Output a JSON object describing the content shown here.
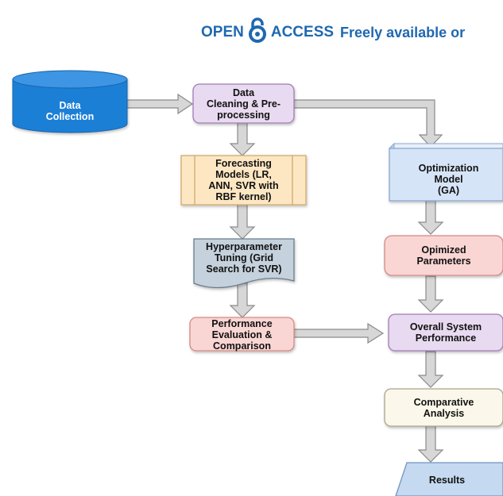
{
  "banner": {
    "open": "OPEN",
    "access": "ACCESS",
    "freely": "Freely available or",
    "color": "#1f68b0",
    "lock_icon": "open-access-lock-icon"
  },
  "nodes": {
    "data_collection": "Data\nCollection",
    "data_cleaning": "Data\nCleaning & Pre-\nprocessing",
    "forecasting_models": "Forecasting\nModels (LR,\nANN, SVR with\nRBF kernel)",
    "hyperparameter_tuning": "Hyperparameter\nTuning (Grid\nSearch for SVR)",
    "performance_evaluation": "Performance\nEvaluation &\nComparison",
    "optimization_model": "Optimization\nModel\n(GA)",
    "optimized_parameters": "Opimized\nParameters",
    "overall_system_performance": "Overall System\nPerformance",
    "comparative_analysis": "Comparative\nAnalysis",
    "results": "Results"
  },
  "colors": {
    "cylinder": "#1e7fd6",
    "process_purple": "#e8daf0",
    "forecast_orange": "#fde7c3",
    "document_gray": "#c5d1dc",
    "pink": "#f9d6d4",
    "cube_blue": "#d6e4f7",
    "cream": "#fbf7ea",
    "trapezoid_blue": "#c5d9f1",
    "arrow_fill": "#d7d7d7",
    "arrow_stroke": "#8a8a8a"
  }
}
